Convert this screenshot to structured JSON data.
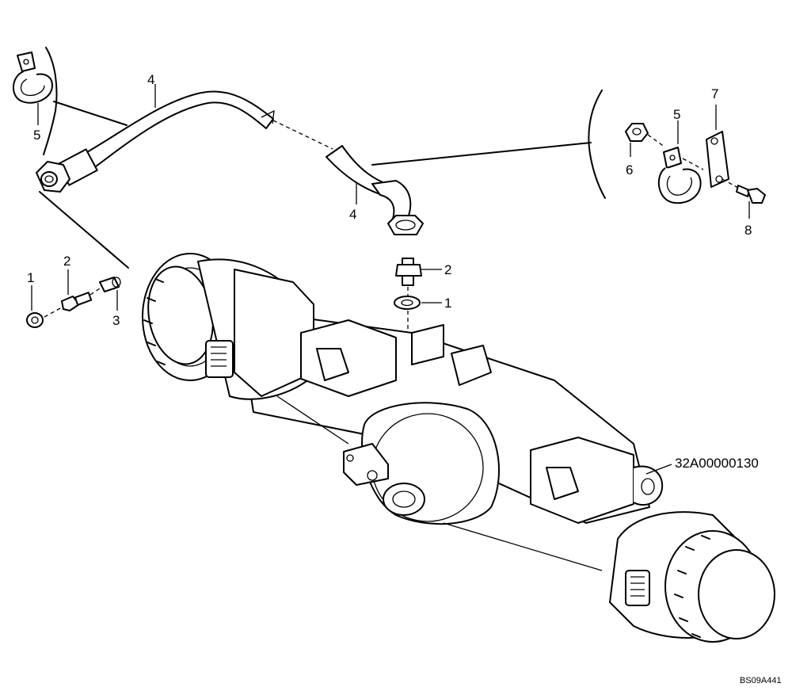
{
  "callouts": {
    "top_left_clamp": "5",
    "upper_hose": "4",
    "lower_hose": "4",
    "left_washer": "1",
    "left_fitting": "2",
    "left_adapter": "3",
    "center_fitting": "2",
    "center_washer": "1",
    "right_nut": "6",
    "right_clamp": "5",
    "right_plate": "7",
    "right_bolt": "8"
  },
  "assembly_reference": "32A00000130",
  "drawing_number": "BS09A441"
}
